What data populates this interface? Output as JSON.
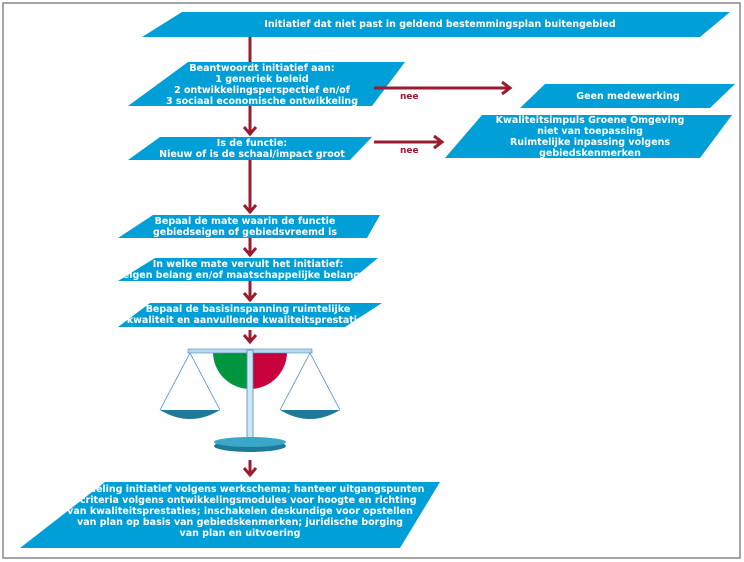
{
  "colors": {
    "box": "#009fd8",
    "arrow": "#9b1b30",
    "green": "#009640",
    "red": "#c8003c"
  },
  "boxes": {
    "start": "Initiatief dat niet past in geldend bestemmingsplan buitengebied",
    "beantwoordt": [
      "Beantwoordt initiatief aan:",
      "1 generiek beleid",
      "2 ontwikkelingsperspectief en/of",
      "3 sociaal economische ontwikkeling"
    ],
    "functie": [
      "Is de functie:",
      "Nieuw of is de schaal/impact groot"
    ],
    "geen": "Geen medewerking",
    "kwaliteitsimpuls": [
      "Kwaliteitsimpuls Groene Omgeving",
      "niet van toepassing",
      "Ruimtelijke inpassing volgens",
      "gebiedskenmerken"
    ],
    "bepaal_mate": [
      "Bepaal de mate waarin de functie",
      "gebiedseigen of gebiedsvreemd is"
    ],
    "welke_mate": [
      "In welke mate vervult het initiatief:",
      "eigen belang en/of maatschappelijke belangen"
    ],
    "basisinspanning": [
      "Bepaal de basisinspanning ruimtelijke",
      "kwaliteit en aanvullende kwaliteitsprestaties"
    ],
    "behandeling": [
      "Behandeling initiatief volgens werkschema; hanteer uitgangspunten",
      "en criteria volgens ontwikkelingsmodules voor hoogte en richting",
      "van kwaliteitsprestaties; inschakelen deskundige voor opstellen",
      "van plan op basis van gebiedskenmerken; juridische borging",
      "van plan en uitvoering"
    ]
  },
  "labels": {
    "nee1": "nee",
    "nee2": "nee"
  }
}
